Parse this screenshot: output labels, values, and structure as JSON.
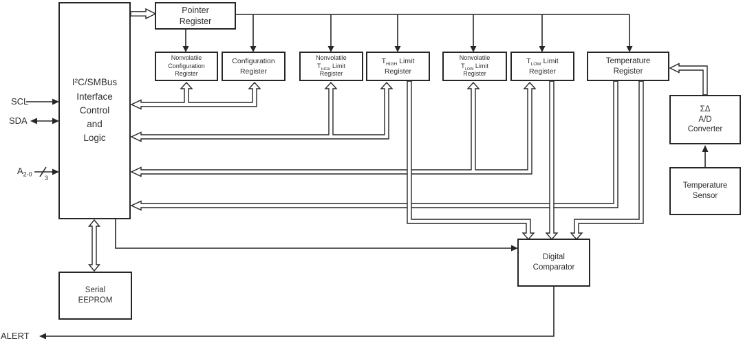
{
  "diagram": {
    "pins": {
      "scl": "SCL",
      "sda": "SDA",
      "addr": {
        "base": "A",
        "sub": "2-0",
        "bus_width": "3"
      },
      "alert": "ALERT"
    },
    "blocks": {
      "i2c": {
        "lines": [
          "I²C/SMBus",
          "Interface",
          "Control",
          "and",
          "Logic"
        ]
      },
      "pointer": {
        "lines": [
          "Pointer",
          "Register"
        ]
      },
      "nv_config": {
        "lines": [
          "Nonvolatile",
          "Configuration",
          "Register"
        ]
      },
      "config": {
        "lines": [
          "Configuration",
          "Register"
        ]
      },
      "nv_thigh": {
        "lines": [
          "Nonvolatile",
          [
            "T",
            "HIGH",
            " Limit"
          ],
          "Register"
        ]
      },
      "thigh": {
        "lines": [
          [
            "T",
            "HIGH",
            " Limit"
          ],
          "Register"
        ]
      },
      "nv_tlow": {
        "lines": [
          "Nonvolatile",
          [
            "T",
            "LOW",
            " Limit"
          ],
          "Register"
        ]
      },
      "tlow": {
        "lines": [
          [
            "T",
            "LOW",
            " Limit"
          ],
          "Register"
        ]
      },
      "temp_reg": {
        "lines": [
          "Temperature",
          "Register"
        ]
      },
      "adc": {
        "lines": [
          "ΣΔ",
          "A/D",
          "Converter"
        ]
      },
      "sensor": {
        "lines": [
          "Temperature",
          "Sensor"
        ]
      },
      "comparator": {
        "lines": [
          "Digital",
          "Comparator"
        ]
      },
      "eeprom": {
        "lines": [
          "Serial",
          "EEPROM"
        ]
      }
    },
    "connections": [
      {
        "from": "i2c",
        "to": "pointer",
        "style": "hollow-bus"
      },
      {
        "from": "pointer",
        "to": "nv_config, config, nv_thigh, thigh, nv_tlow, tlow, temp_reg",
        "style": "solid-arrows"
      },
      {
        "from": "i2c",
        "to": "nv_config, config",
        "style": "hollow-bus-bidirectional"
      },
      {
        "from": "i2c",
        "to": "nv_thigh, thigh",
        "style": "hollow-bus-bidirectional"
      },
      {
        "from": "i2c",
        "to": "nv_tlow, tlow",
        "style": "hollow-bus-bidirectional"
      },
      {
        "from": "temp_reg",
        "to": "i2c",
        "style": "hollow-bus"
      },
      {
        "from": "thigh",
        "to": "comparator",
        "style": "hollow-bus"
      },
      {
        "from": "tlow",
        "to": "comparator",
        "style": "hollow-bus"
      },
      {
        "from": "temp_reg",
        "to": "comparator",
        "style": "hollow-bus"
      },
      {
        "from": "adc",
        "to": "temp_reg",
        "style": "hollow-bus"
      },
      {
        "from": "sensor",
        "to": "adc",
        "style": "solid-arrow"
      },
      {
        "from": "i2c",
        "to": "comparator",
        "style": "solid-arrow"
      },
      {
        "from": "comparator",
        "to": "alert-pin",
        "style": "solid-arrow"
      },
      {
        "from": "i2c",
        "to": "eeprom",
        "style": "hollow-bus-bidirectional"
      }
    ]
  }
}
